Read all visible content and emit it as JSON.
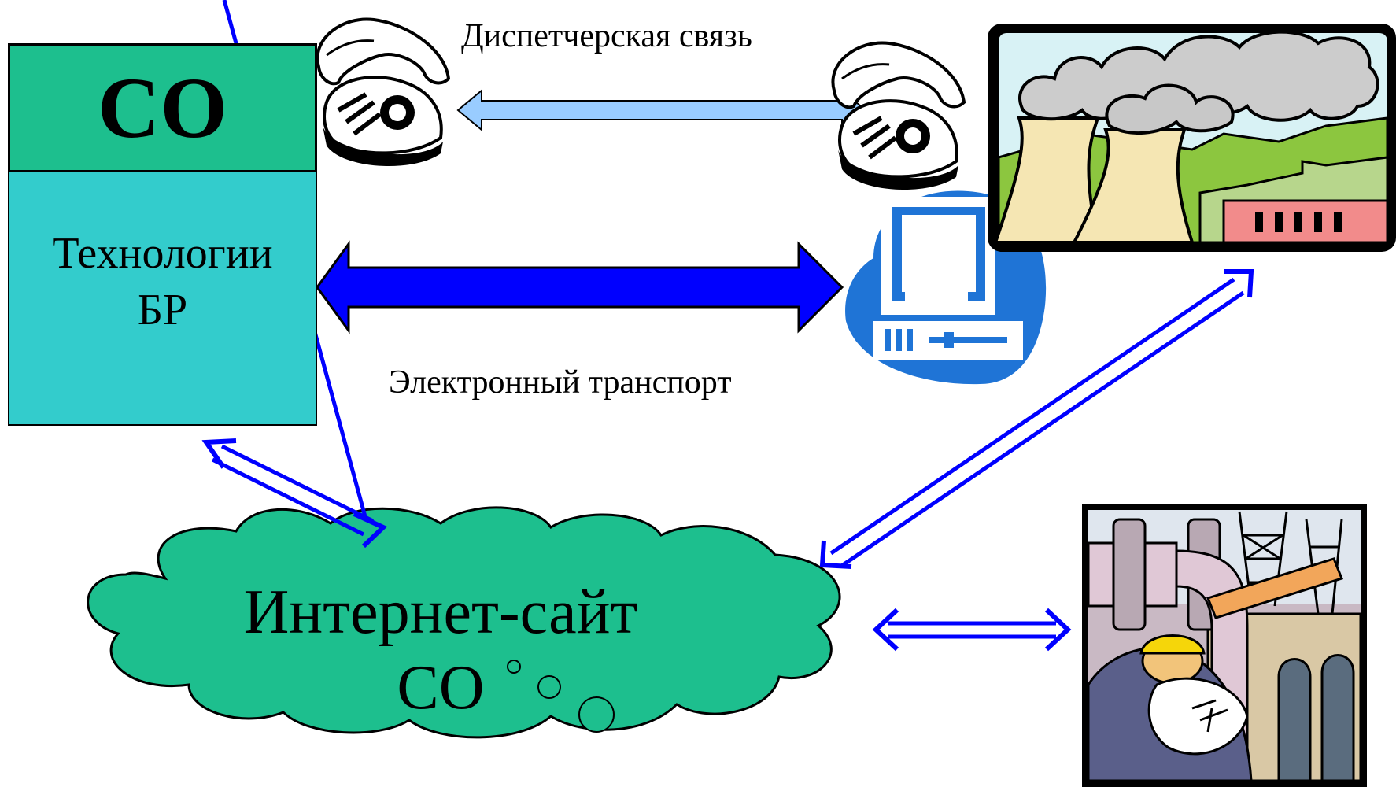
{
  "co_box": {
    "label": "СО"
  },
  "tech_box": {
    "line1": "Технологии",
    "line2": "БР"
  },
  "labels": {
    "dispatch": "Диспетчерская связь",
    "electronic": "Электронный транспорт"
  },
  "cloud": {
    "line1": "Интернет-сайт",
    "line2": "СО"
  },
  "icons": [
    "telephone-icon",
    "telephone-icon",
    "computer-icon",
    "power-plant-icon",
    "industrial-worker-icon"
  ],
  "colors": {
    "co_box": "#1dbf8e",
    "tech_box": "#33cccc",
    "cloud": "#1dbf8e",
    "dispatch_arrow": "#99ccff",
    "electronic_arrow": "#0000ff",
    "double_arrows": "#0000ff"
  }
}
